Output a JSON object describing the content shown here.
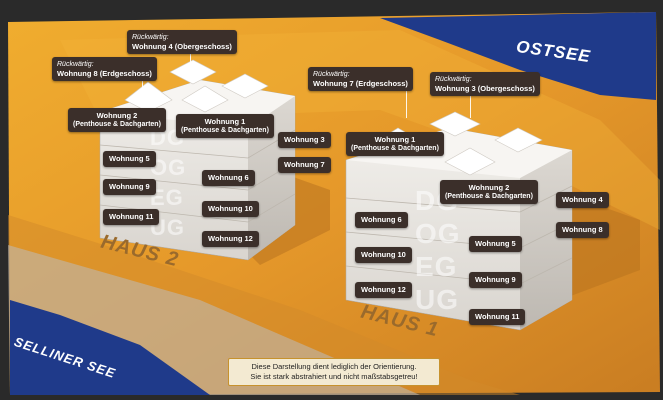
{
  "seas": {
    "east": "OSTSEE",
    "west": "SELLINER SEE"
  },
  "houses": {
    "haus1": "HAUS 1",
    "haus2": "HAUS 2"
  },
  "floor_codes": [
    "DG",
    "OG",
    "EG",
    "UG"
  ],
  "haus2_labels": {
    "rueck8_pre": "Rückwärtig:",
    "rueck8": "Wohnung 8 (Erdgeschoss)",
    "rueck4_pre": "Rückwärtig:",
    "rueck4": "Wohnung 4 (Obergeschoss)",
    "w2": "Wohnung 2",
    "w2_sub": "(Penthouse & Dachgarten)",
    "w1": "Wohnung 1",
    "w1_sub": "(Penthouse & Dachgarten)",
    "w3": "Wohnung 3",
    "w7": "Wohnung 7",
    "w5": "Wohnung 5",
    "w9": "Wohnung 9",
    "w11": "Wohnung 11",
    "w6": "Wohnung 6",
    "w10": "Wohnung 10",
    "w12": "Wohnung 12"
  },
  "haus1_labels": {
    "rueck7_pre": "Rückwärtig:",
    "rueck7": "Wohnung 7 (Erdgeschoss)",
    "rueck3_pre": "Rückwärtig:",
    "rueck3": "Wohnung 3 (Obergeschoss)",
    "w1": "Wohnung 1",
    "w1_sub": "(Penthouse & Dachgarten)",
    "w2": "Wohnung 2",
    "w2_sub": "(Penthouse & Dachgarten)",
    "w4": "Wohnung 4",
    "w8": "Wohnung 8",
    "w6": "Wohnung 6",
    "w10": "Wohnung 10",
    "w12": "Wohnung 12",
    "w5": "Wohnung 5",
    "w9": "Wohnung 9",
    "w11": "Wohnung 11"
  },
  "note": {
    "line1": "Diese Darstellung dient lediglich der Orientierung.",
    "line2": "Sie ist stark abstrahiert und nicht maßstabsgetreu!"
  },
  "colors": {
    "sea": "#1f3a8a",
    "land": "#e39a28",
    "label_bg": "#3b2f2a",
    "building": "#e9e6e1"
  }
}
